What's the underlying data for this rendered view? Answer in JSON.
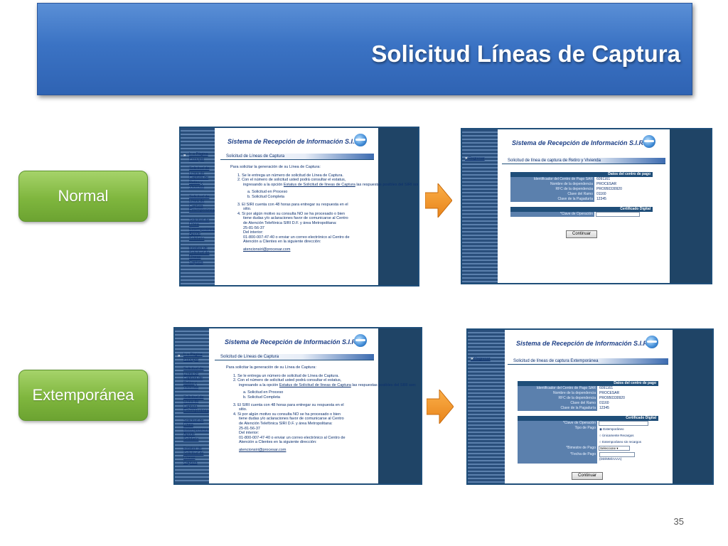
{
  "slide": {
    "title": "Solicitud Líneas de Captura",
    "page_number": "35"
  },
  "labels": {
    "normal": "Normal",
    "extemporanea": "Extemporánea"
  },
  "colors": {
    "banner": "#3b73c4",
    "label_green": "#7fb63e",
    "arrow_orange": "#f39c2a",
    "panel_navy": "#1f4e79"
  },
  "siri": {
    "header": "Sistema de Recepción de Información S.I.R.I.",
    "menu": {
      "home": "Ir a Página Principal",
      "retiro": "Solicitud de Línea de Captura de Retiro y Vivienda",
      "extemporanea": "Solicitud de Línea de Captura Extemporánea",
      "aporte": "Solicitud de Línea Extemporánea Aporte Solidario",
      "estatus": "Estatus de Solicitud de Líneas Captura",
      "back": "Regresar"
    },
    "info": {
      "section": "Solicitud de Líneas de Captura",
      "intro": "Para solicitar la generación de su Línea de Captura:",
      "step1": "1.  Se le entrega un número de solicitud de Línea de Captura.",
      "step2a": "2.  Con el número de solicitud usted podrá consultar el estatus,",
      "step2b": "ingresando a la opción",
      "step2_link": "Estatus de Solicitud de líneas de Captura",
      "step2c": "las respuestas posibles del SIRI son:",
      "opt_a": "a.  Solicitud en Proceso",
      "opt_b": "b.  Solicitud Completa",
      "step3a": "3.  El SIRI cuenta con 48 horas para entregar su respuesta en el",
      "step3b": "sitio.",
      "step4a": "4.  Si por algún motivo su consulta NO se ha procesado o bien",
      "step4b": "tiene dudas y/o aclaraciones favor de comunicarse al Centro",
      "step4c": "de Atención Telefónica SIRI D.F. y área Metropolitana:",
      "phone1": "25-81-56-37",
      "interior_label": "Del interior:",
      "phone2": "01-800-007-47-40 o enviar un correo electrónico al Centro de",
      "phone3": "Atención a Clientes en la siguiente dirección:",
      "email": "atencionsiri@procesar.com"
    },
    "form_normal": {
      "section": "Solicitud de línea de captura de Retiro y Vivienda",
      "table_head": "Datos del centro de pago",
      "rows": [
        {
          "label": "Identificador del Centro de Pago SAR",
          "value": "6091161"
        },
        {
          "label": "Nombre de la dependencia",
          "value": "PROCESAR"
        },
        {
          "label": "RFC de la dependencia",
          "value": "PRO950330920"
        },
        {
          "label": "Clave del Ramo",
          "value": "01160"
        },
        {
          "label": "Clave de la Pagaduría",
          "value": "12345"
        }
      ],
      "cert_head": "Certificado Digital",
      "clave_label": "*Clave de Operación",
      "button": "Continuar"
    },
    "form_ext": {
      "section": "Solicitud de líneas de captura Extemporánea",
      "table_head": "Datos del centro de pago",
      "rows": [
        {
          "label": "Identificador del Centro de Pago SAR",
          "value": "6091161"
        },
        {
          "label": "Nombre de la dependencia",
          "value": "PROCESAR"
        },
        {
          "label": "RFC de la dependencia",
          "value": "PRO950330920"
        },
        {
          "label": "Clave del Ramo",
          "value": "01160"
        },
        {
          "label": "Clave de la Pagaduría",
          "value": "12345"
        }
      ],
      "cert_head": "Certificado Digital",
      "clave_label": "*Clave de Operación",
      "tipo_label": "Tipo de Pago",
      "tipo_options": [
        "Extemporáneo",
        "Únicamente Recargos",
        "Extemporáneo sin recargos"
      ],
      "bimestre_label": "*Bimestre de Pago",
      "bimestre_value": "Seleccione",
      "fecha_label": "*Fecha de Pago",
      "fecha_hint": "(DD/MM/AAAA)",
      "button": "Continuar"
    }
  }
}
